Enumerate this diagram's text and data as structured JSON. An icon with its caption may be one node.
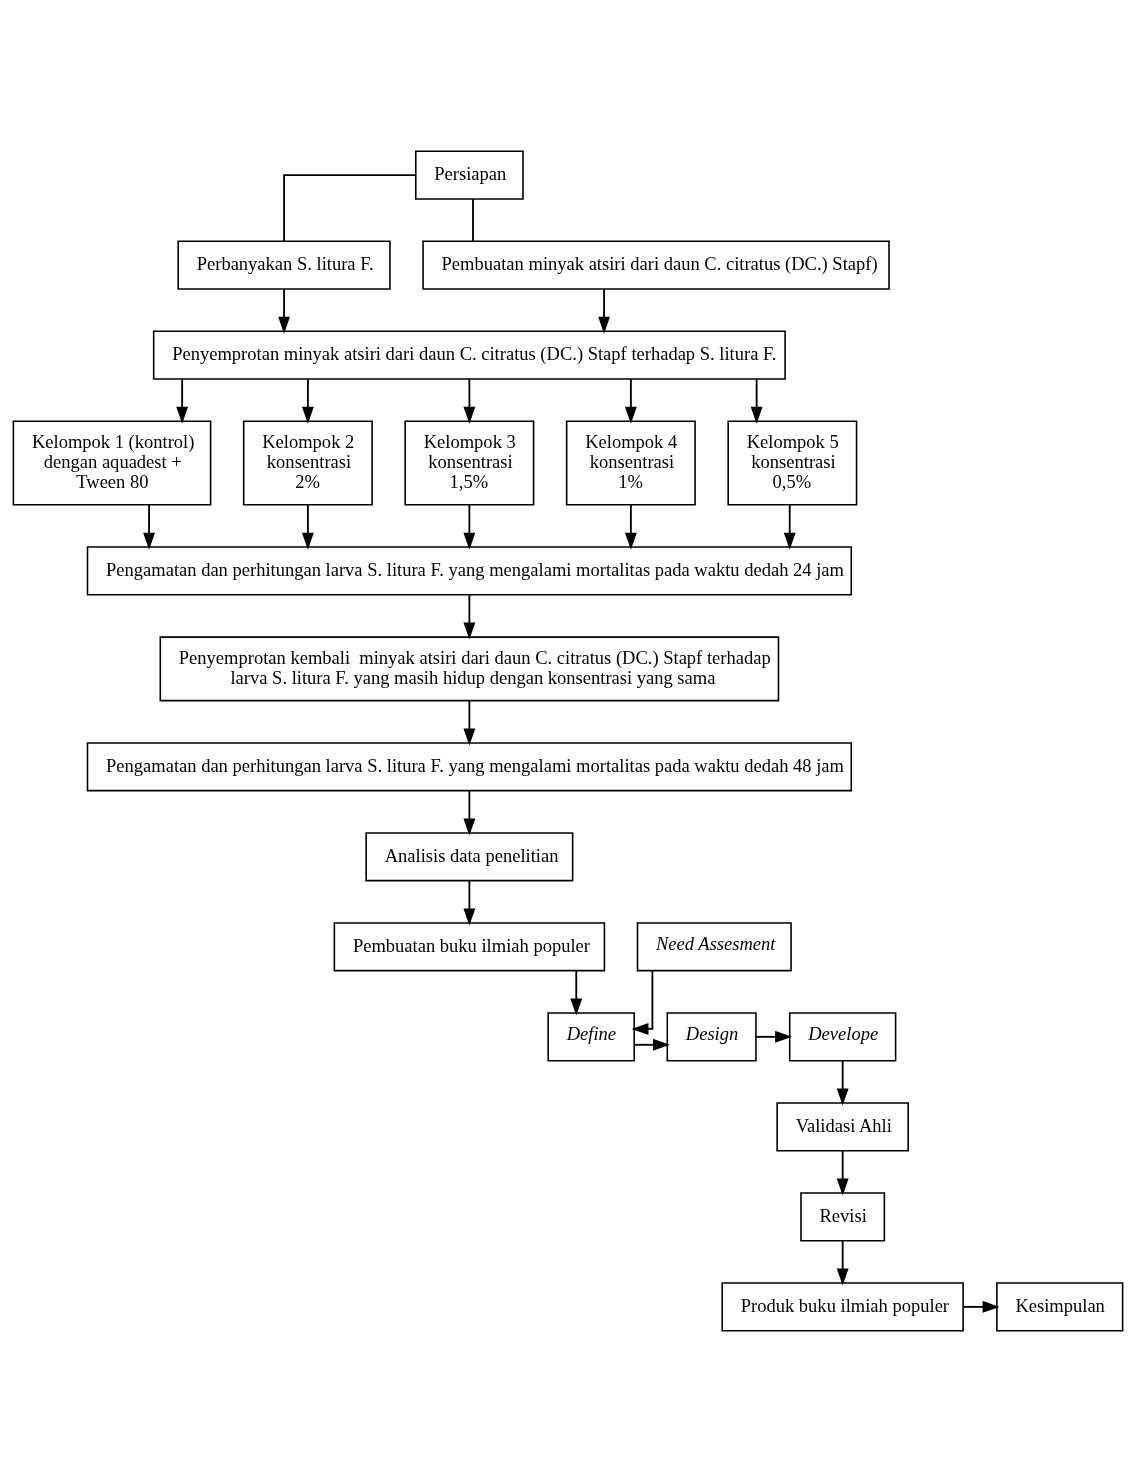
{
  "diagram": {
    "nodes": [
      {
        "text": [
          "Persiapan"
        ]
      },
      {
        "text": [
          "Perbanyakan S. litura F."
        ]
      },
      {
        "text": [
          "Pembuatan minyak atsiri dari daun C. citratus (DC.) Stapf)"
        ]
      },
      {
        "text": [
          "Penyemprotan minyak atsiri dari daun C. citratus (DC.) Stapf terhadap S. litura F."
        ]
      },
      {
        "text": [
          "Kelompok 1 (kontrol) dengan aquadest + Tween 80"
        ]
      },
      {
        "text": [
          "Kelompok 2 konsentrasi 2%"
        ]
      },
      {
        "text": [
          "Kelompok 3 konsentrasi 1,5%"
        ]
      },
      {
        "text": [
          "Kelompok 4 konsentrasi 1%"
        ]
      },
      {
        "text": [
          "Kelompok 5 konsentrasi 0,5%"
        ]
      },
      {
        "text": [
          "Pengamatan dan perhitungan larva S. litura F. yang mengalami mortalitas pada waktu dedah 24 jam"
        ]
      },
      {
        "text": [
          "Penyemprotan kembali  minyak atsiri dari daun C. citratus (DC.) Stapf terhadap larva S. litura F. yang masih hidup dengan konsentrasi yang sama"
        ]
      },
      {
        "text": [
          "Pengamatan dan perhitungan larva S. litura F. yang mengalami mortalitas pada waktu dedah 48 jam"
        ]
      },
      {
        "text": [
          "Analisis data penelitian"
        ]
      },
      {
        "text": [
          "Need Assesment"
        ]
      },
      {
        "text": [
          "Pembuatan buku ilmiah populer"
        ]
      },
      {
        "text": [
          "Define"
        ]
      },
      {
        "text": [
          "Design"
        ]
      },
      {
        "text": [
          "Develope"
        ]
      },
      {
        "text": [
          "Validasi Ahli"
        ]
      },
      {
        "text": [
          "Revisi"
        ]
      },
      {
        "text": [
          "Produk buku ilmiah populer"
        ]
      },
      {
        "text": [
          "Kesimpulan"
        ]
      }
    ],
    "edges": [
      {
        "from": 0,
        "to": 1,
        "arrow": "none"
      },
      {
        "from": 0,
        "to": 2,
        "arrow": "none"
      },
      {
        "from": 1,
        "to": 3,
        "arrow": "to"
      },
      {
        "from": 2,
        "to": 3,
        "arrow": "to"
      },
      {
        "from": 3,
        "to": 4,
        "arrow": "to"
      },
      {
        "from": 3,
        "to": 5,
        "arrow": "to"
      },
      {
        "from": 3,
        "to": 6,
        "arrow": "to"
      },
      {
        "from": 3,
        "to": 7,
        "arrow": "to"
      },
      {
        "from": 3,
        "to": 8,
        "arrow": "to"
      },
      {
        "from": 4,
        "to": 9,
        "arrow": "to"
      },
      {
        "from": 5,
        "to": 9,
        "arrow": "to"
      },
      {
        "from": 6,
        "to": 9,
        "arrow": "to"
      },
      {
        "from": 7,
        "to": 9,
        "arrow": "to"
      },
      {
        "from": 8,
        "to": 9,
        "arrow": "to"
      },
      {
        "from": 9,
        "to": 10,
        "arrow": "to"
      },
      {
        "from": 10,
        "to": 11,
        "arrow": "to"
      },
      {
        "from": 11,
        "to": 12,
        "arrow": "to"
      },
      {
        "from": 12,
        "to": 14,
        "arrow": "to"
      },
      {
        "from": 13,
        "to": 15,
        "arrow": "to"
      },
      {
        "from": 14,
        "to": 15,
        "arrow": "to"
      },
      {
        "from": 15,
        "to": 16,
        "arrow": "to"
      },
      {
        "from": 16,
        "to": 17,
        "arrow": "to"
      },
      {
        "from": 17,
        "to": 18,
        "arrow": "to"
      },
      {
        "from": 18,
        "to": 19,
        "arrow": "to"
      },
      {
        "from": 19,
        "to": 20,
        "arrow": "to"
      },
      {
        "from": 20,
        "to": 21,
        "arrow": "to"
      }
    ]
  }
}
